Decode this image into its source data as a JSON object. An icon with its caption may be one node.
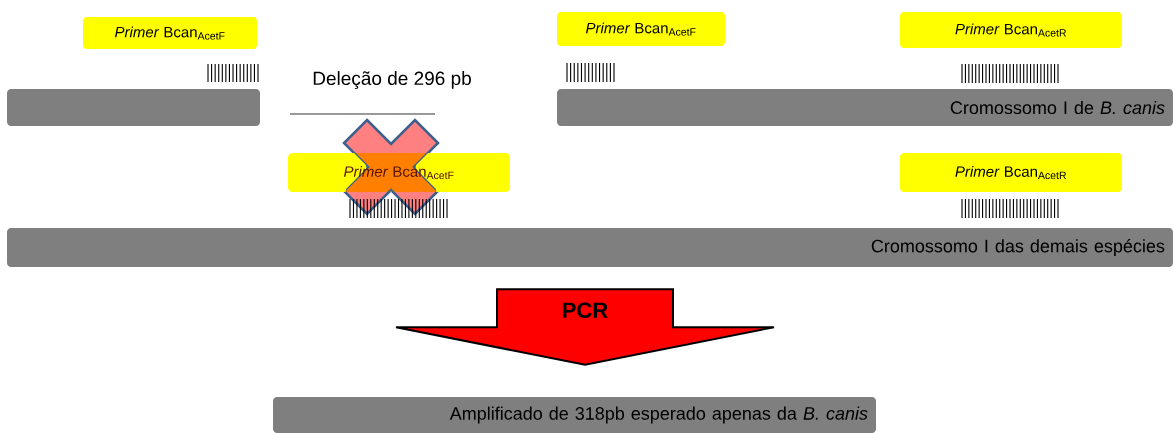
{
  "diagram": {
    "nodes": [
      {
        "text": [
          "*Primer* Bcan$_{AcetF}$"
        ]
      },
      {
        "text": [
          "*Primer* Bcan$_{AcetF}$"
        ]
      },
      {
        "text": [
          "*Primer* Bcan$_{AcetR}$"
        ]
      },
      {
        "text": [],
        "shape": "bar"
      },
      {
        "text": [
          "Cromossomo I de *B. canis*"
        ]
      },
      {
        "text": [
          "*Primer* Bcan$_{AcetF}$"
        ]
      },
      {
        "text": [
          "*Primer* Bcan$_{AcetR}$"
        ]
      },
      {
        "text": [
          "Cromossomo I das demais espécies"
        ]
      },
      {
        "text": [
          "Amplificado de 318pb esperado apenas da *B. canis*"
        ]
      }
    ],
    "edges": [
      {
        "from": 7,
        "to": 8,
        "arrow": "to",
        "label": "PCR"
      }
    ],
    "labels": [
      "Deleção de 296 pb"
    ]
  }
}
